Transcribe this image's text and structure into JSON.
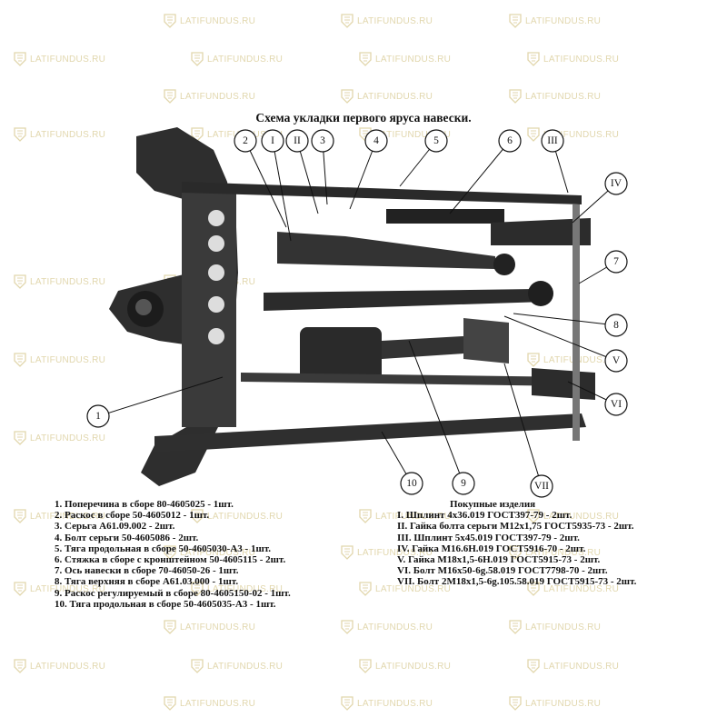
{
  "watermark": "LATIFUNDUS.RU",
  "title": "Схема укладки первого яруса навески.",
  "callouts": [
    {
      "label": "2"
    },
    {
      "label": "I"
    },
    {
      "label": "II"
    },
    {
      "label": "3"
    },
    {
      "label": "4"
    },
    {
      "label": "5"
    },
    {
      "label": "6"
    },
    {
      "label": "III"
    },
    {
      "label": "IV"
    },
    {
      "label": "7"
    },
    {
      "label": "8"
    },
    {
      "label": "V"
    },
    {
      "label": "VI"
    },
    {
      "label": "1"
    },
    {
      "label": "10"
    },
    {
      "label": "9"
    },
    {
      "label": "VII"
    }
  ],
  "parts": [
    "1. Поперечина в сборе 80-4605025 - 1шт.",
    "2. Раскос в сборе 50-4605012 - 1шт.",
    "3. Серьга А61.09.002 - 2шт.",
    "4. Болт серьги 50-4605086 - 2шт.",
    "5. Тяга продольная в сборе 50-4605030-А3 - 1шт.",
    "6. Стяжка в сборе с кронштейном 50-4605115 - 2шт.",
    "7. Ось навески в сборе 70-46050-26 - 1шт.",
    "8. Тяга верхняя в сборе А61.03.000 - 1шт.",
    "9. Раскос регулируемый в сборе 80-4605150-02 - 1шт.",
    "10. Тяга продольная в сборе 50-4605035-А3 - 1шт."
  ],
  "purchased_heading": "Покупные изделия",
  "purchased": [
    "I. Шплинт 4х36.019 ГОСТ397-79 - 2шт.",
    "II. Гайка болта серьги М12х1,75 ГОСТ5935-73 - 2шт.",
    "III. Шплинт 5х45.019 ГОСТ397-79 - 2шт.",
    "IV. Гайка М16.6Н.019 ГОСТ5916-70 - 2шт.",
    "V. Гайка М18х1,5-6Н.019 ГОСТ5915-73 - 2шт.",
    "VI. Болт М16х50-6g.58.019 ГОСТ7798-70 - 2шт.",
    "VII. Болт 2М18х1,5-6g.105.58.019 ГОСТ5915-73 - 2шт."
  ]
}
